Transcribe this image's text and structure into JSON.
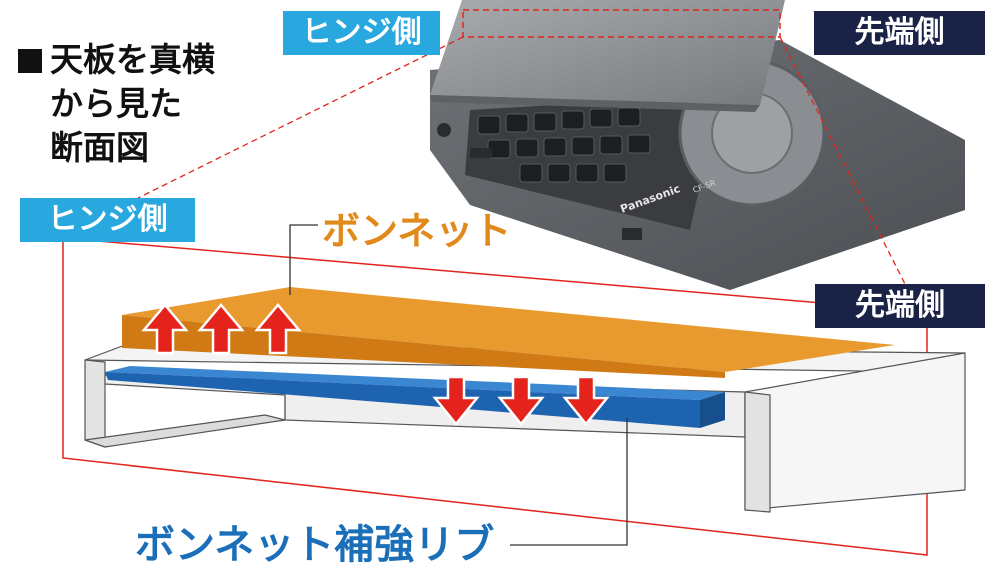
{
  "heading": {
    "square_icon": "black-square-icon",
    "line1": "天板を真横",
    "line2": "から見た",
    "line3": "断面図"
  },
  "tags": {
    "hinge_top": "ヒンジ側",
    "tip_top": "先端側",
    "hinge_left": "ヒンジ側",
    "tip_right": "先端側"
  },
  "labels": {
    "bonnet": "ボンネット",
    "rib": "ボンネット補強リブ"
  },
  "laptop": {
    "brand": "Panasonic",
    "model": "CF-SR"
  },
  "colors": {
    "bonnet": "#e28a1e",
    "rib": "#1e63b0",
    "arrow": "#e3231c",
    "tag_blue": "#29a8df",
    "tag_navy": "#1a2346",
    "guide_line": "#e3231c"
  }
}
